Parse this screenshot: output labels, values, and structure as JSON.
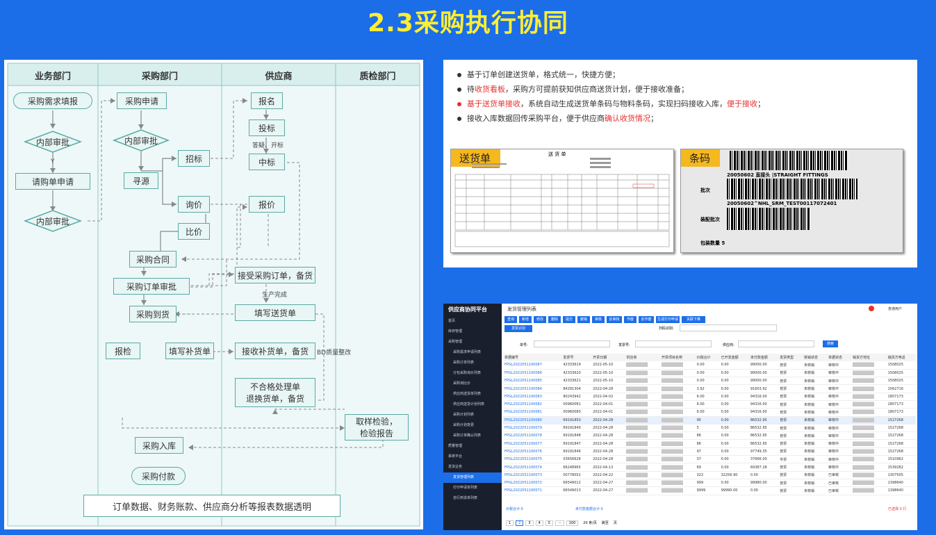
{
  "title": "2.3采购执行协同",
  "flow": {
    "lanes": [
      "业务部门",
      "采购部门",
      "供应商",
      "质检部门"
    ],
    "nodes": {
      "xqtb": "采购需求填报",
      "nbsp1": "内部审批",
      "qgd": "请购单申请",
      "nbsp2": "内部审批",
      "cgsq": "采购申请",
      "nbsp3": "内部审批",
      "zb": "招标",
      "xy": "寻源",
      "xj": "询价",
      "bj": "比价",
      "cght": "采购合同",
      "ddsp": "采购订单审批",
      "dh": "采购到货",
      "jy": "报检",
      "bhd": "填写补货单",
      "rk": "采购入库",
      "fk": "采购付款",
      "bm": "报名",
      "tb": "投标",
      "zbb": "中标",
      "bjj": "报价",
      "jsdd": "接受采购订单，备货",
      "shd": "填写送货单",
      "jsbh": "接收补货单，备货",
      "bhg1": "不合格处理单",
      "bhg2": "退换货单，备货",
      "qyjy1": "取样检验，",
      "qyjy2": "检验报告"
    },
    "labels": {
      "y": "Y",
      "dy": "答疑、开标",
      "scwc": "生产完成",
      "bd": "BD质量整改"
    },
    "bottom": "订单数据、财务账款、供应商分析等报表数据透明"
  },
  "bullets": [
    {
      "a": "基于订单创建送货单，格式统一，快捷方便；",
      "b": "",
      "c": "",
      "d": "",
      "e": "",
      "red": false
    },
    {
      "a": "待",
      "b": "收货看板",
      "c": "，采购方可提前获知供应商送货计划，便于接收准备；",
      "d": "",
      "e": "",
      "red": false
    },
    {
      "a": "",
      "b": "基于送货单接收",
      "c": "，系统自动生成送货单条码与物料条码，实现扫码接收入库，",
      "d": "便于接收",
      "e": "；",
      "red": true
    },
    {
      "a": "接收入库数据回传采购平台，便于供应商",
      "b": "确认收货情况",
      "c": "；",
      "d": "",
      "e": "",
      "red": false
    }
  ],
  "doc": {
    "tag": "送货单",
    "head": "送 货 单"
  },
  "barcode": {
    "tag": "条码",
    "l1": "20050602 直接头 |STRAIGHT FITTINGS",
    "l2": "20050602^NHL_SRM_TEST00117072401",
    "k1": "批次",
    "k2": "装配批次",
    "k3": "包装数量",
    "v3": "5"
  },
  "app": {
    "brand": "供应商协同平台",
    "page": "发货管理列表",
    "user": "普通用户",
    "menu": [
      "首页",
      "库存管理",
      "采购管理",
      "采购需求申请列表",
      "采购订单列表",
      "分包采购询价列表",
      "采购询比价",
      "供应商送货单列表",
      "供应商送货计划列表",
      "采购计划列表",
      "采购计划变更",
      "采购订单确认列表",
      "质量管理",
      "系统平台",
      "发货业务",
      "发货管理列表",
      "打印申请单列表",
      "自行到货单列表"
    ],
    "tools": [
      "查询",
      "新增",
      "修改",
      "删除",
      "提交",
      "撤销",
      "审核",
      "反审核",
      "作废",
      "反作废",
      "生成打印申请",
      "关联下推"
    ],
    "filters": {
      "f1": "单号:",
      "f2": "发票号:",
      "f3": "供应商:",
      "scan": "扫码识别:",
      "btn": "搜索",
      "send": "发票识别"
    },
    "cols": [
      "单据编号",
      "发票号",
      "开票日期",
      "供应商",
      "开票项目名称",
      "价税合计",
      "已开发金额",
      "未付款金额",
      "发票类型",
      "核销状态",
      "单据状态",
      "销货方地址",
      "销货方电话"
    ],
    "rows": [
      [
        "FPGL2022051100087",
        "42333619",
        "2022-05-10",
        "0.00",
        "0.00",
        "99000.00",
        "普票",
        "未核销",
        "审核中",
        "1508025"
      ],
      [
        "FPGL2022051100086",
        "42333620",
        "2022-05-10",
        "0.00",
        "0.00",
        "99000.00",
        "普票",
        "未核销",
        "审核中",
        "1508025"
      ],
      [
        "FPGL2022051100085",
        "42333621",
        "2022-05-10",
        "0.00",
        "0.00",
        "99000.00",
        "普票",
        "未核销",
        "审核中",
        "1508025"
      ],
      [
        "FPGL2022051100084",
        "84291304",
        "2022-04-28",
        "3.92",
        "0.00",
        "91603.92",
        "普票",
        "未核销",
        "审核中",
        "1562716"
      ],
      [
        "FPGL2022051100083",
        "80243942",
        "2022-04-02",
        "6.00",
        "0.00",
        "94316.00",
        "普票",
        "未核销",
        "审核中",
        "1807173"
      ],
      [
        "FPGL2022051100082",
        "00960081",
        "2022-04-01",
        "6.00",
        "0.00",
        "94316.00",
        "普票",
        "未核销",
        "审核中",
        "1807173"
      ],
      [
        "FPGL2022051100081",
        "00960080",
        "2022-04-01",
        "6.00",
        "0.00",
        "94316.00",
        "普票",
        "未核销",
        "审核中",
        "1807173"
      ],
      [
        "FPGL2022051100080",
        "69191850",
        "2022-04-28",
        "95",
        "0.00",
        "86532.95",
        "普票",
        "未核销",
        "审核中",
        "1527268"
      ],
      [
        "FPGL2022051100079",
        "69191849",
        "2022-04-28",
        "5",
        "0.00",
        "86532.95",
        "普票",
        "未核销",
        "审核中",
        "1527268"
      ],
      [
        "FPGL2022051100078",
        "69191848",
        "2022-04-28",
        "86",
        "0.00",
        "86532.95",
        "普票",
        "未核销",
        "审核中",
        "1527268"
      ],
      [
        "FPGL2022051100077",
        "69191847",
        "2022-04-28",
        "86",
        "0.00",
        "86532.95",
        "普票",
        "未核销",
        "审核中",
        "1527268"
      ],
      [
        "FPGL2022051100076",
        "69191846",
        "2022-04-28",
        "97",
        "0.00",
        "97749.35",
        "普票",
        "未核销",
        "审核中",
        "1527268"
      ],
      [
        "FPGL2022051100075",
        "03656628",
        "2022-04-28",
        "37",
        "0.00",
        "37666.00",
        "专票",
        "未核销",
        "审核中",
        "1510962"
      ],
      [
        "FPGL2022051100074",
        "66248965",
        "2022-04-13",
        "69",
        "0.00",
        "69387.28",
        "普票",
        "未核销",
        "审核中",
        "1539282"
      ],
      [
        "FPGL2022051100073",
        "00778052",
        "2022-04-22",
        "322",
        "32256.90",
        "0.00",
        "普票",
        "未核销",
        "已审核",
        "1307505"
      ],
      [
        "FPGL2022051100072",
        "66549012",
        "2022-04-27",
        "999",
        "0.00",
        "99980.00",
        "普票",
        "未核销",
        "已审核",
        "1398640"
      ],
      [
        "FPGL2022051100071",
        "66549013",
        "2022-04-27",
        "9999",
        "99990.00",
        "0.00",
        "普票",
        "未核销",
        "已审核",
        "1398640"
      ]
    ],
    "sum1": "价税合计:0",
    "sum2": "未付款金额合计:0",
    "sel": "已选择 0 行",
    "pages": [
      "1",
      "2",
      "3",
      "4",
      "5",
      "···",
      "100"
    ],
    "per": "20 条/页",
    "goto": "跳至",
    "pageword": "页"
  }
}
